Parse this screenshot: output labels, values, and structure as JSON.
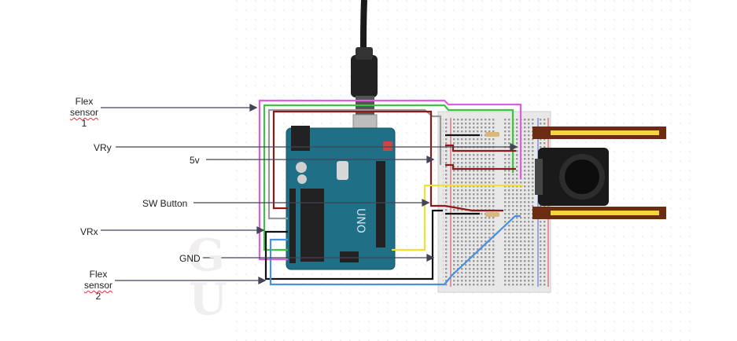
{
  "labels": {
    "flex1": [
      "Flex",
      "sensor",
      "1"
    ],
    "vry": "VRy",
    "v5": "5v",
    "sw": "SW Button",
    "vrx": "VRx",
    "gnd": "GND",
    "flex2": [
      "Flex",
      "sensor",
      "2"
    ]
  },
  "watermark": [
    "G",
    "U"
  ],
  "colors": {
    "magenta": "#e05ce0",
    "green": "#3ec43e",
    "gray": "#9a9a9a",
    "darkred": "#8b1a1a",
    "black": "#111111",
    "blue": "#4a8fe0",
    "yellow": "#f0e030",
    "board": "#1f6f86",
    "breadboard": "#e8e8e8"
  }
}
